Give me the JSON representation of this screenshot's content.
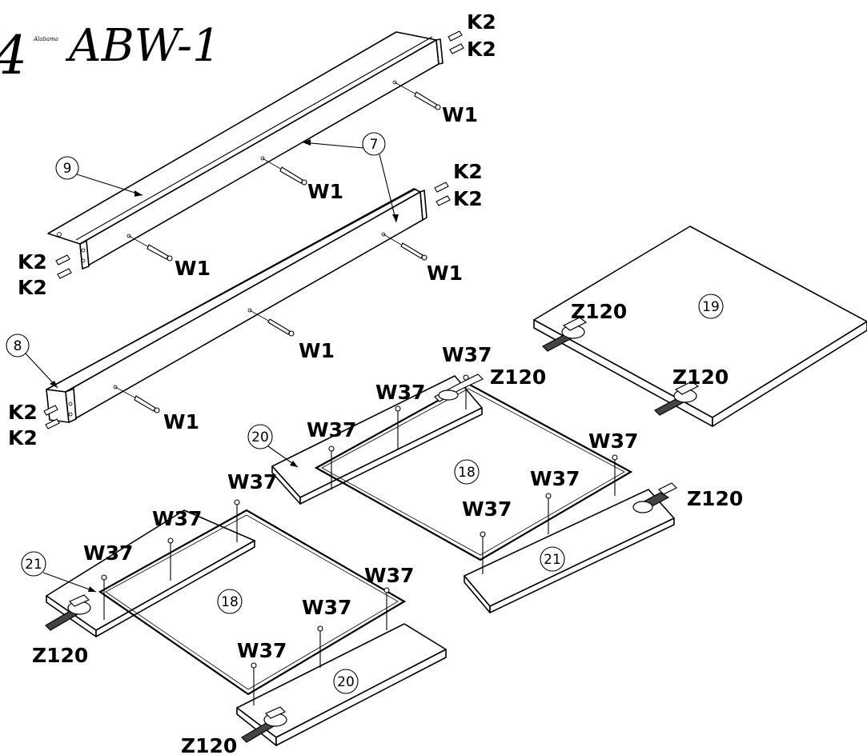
{
  "header": {
    "step_number": "4",
    "brand": "Alabama",
    "model": "ABW-1"
  },
  "labels": {
    "k2": "K2",
    "w1": "W1",
    "w37": "W37",
    "z120": "Z120"
  },
  "part_numbers": {
    "p7": "7",
    "p8": "8",
    "p9": "9",
    "p18": "18",
    "p19": "19",
    "p20": "20",
    "p21": "21"
  }
}
